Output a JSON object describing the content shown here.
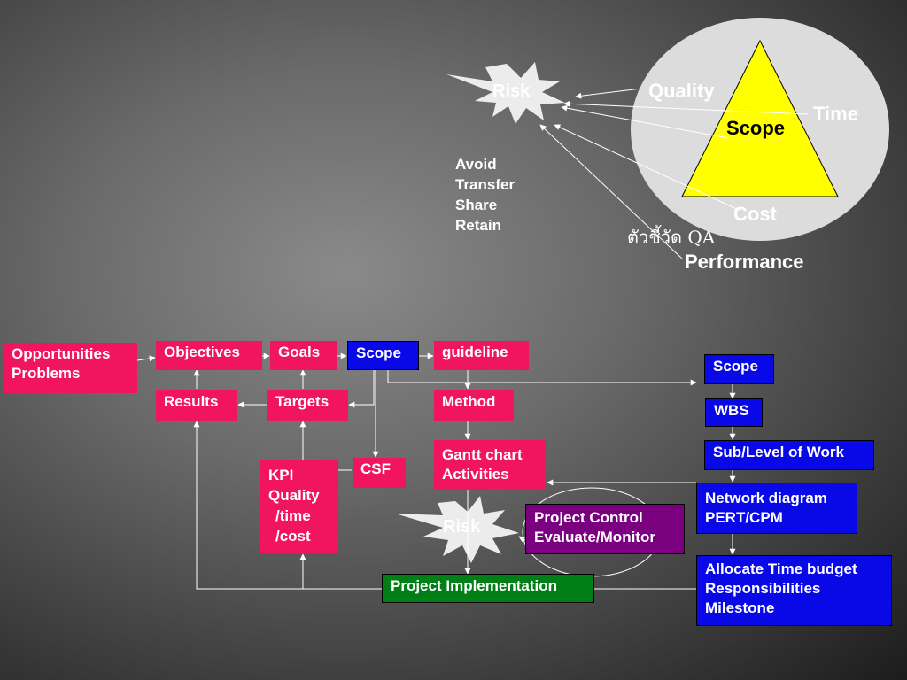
{
  "top_panel": {
    "risk": "Risk",
    "strategies": [
      "Avoid",
      "Transfer",
      "Share",
      "Retain"
    ],
    "quality": "Quality",
    "time": "Time",
    "scope": "Scope",
    "cost": "Cost",
    "indicator": "ตัวชี้วัด QA",
    "performance": "Performance"
  },
  "flow": {
    "opportunities": [
      "Opportunities",
      "Problems"
    ],
    "objectives": "Objectives",
    "goals": "Goals",
    "scope": "Scope",
    "guideline": "guideline",
    "results": "Results",
    "targets": "Targets",
    "method": "Method",
    "kpi": [
      "KPI",
      "Quality",
      "/time",
      "/cost"
    ],
    "csf": "CSF",
    "gantt": [
      "Gantt chart",
      "Activities"
    ],
    "risk": "Risk",
    "project_control": [
      "Project Control",
      "Evaluate/Monitor"
    ],
    "project_implementation": "Project Implementation"
  },
  "right_column": {
    "scope": "Scope",
    "wbs": "WBS",
    "sublevel": "Sub/Level of Work",
    "network": [
      "Network diagram",
      "PERT/CPM"
    ],
    "allocate": [
      "Allocate Time budget",
      "Responsibilities",
      "Milestone"
    ]
  },
  "colors": {
    "pink": "#f0155e",
    "blue": "#0909e8",
    "purple": "#7a0080",
    "green": "#007f16",
    "triangle": "#ffff00",
    "ellipse": "#dcdcdc"
  }
}
